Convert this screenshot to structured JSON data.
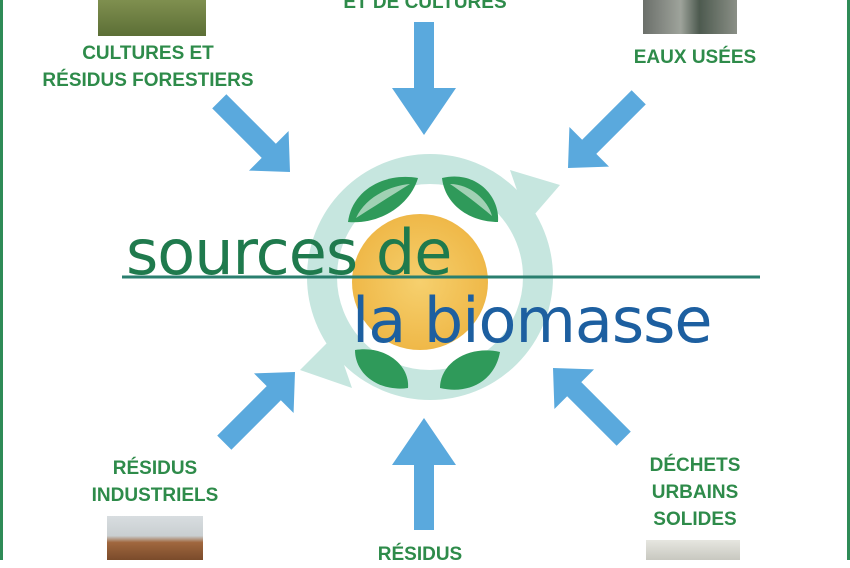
{
  "title": {
    "line1": "sources de",
    "line2": "la biomasse"
  },
  "sources": {
    "top_left": [
      "CULTURES ET",
      "RÉSIDUS FORESTIERS"
    ],
    "top_center": [
      "ET DE CULTURES"
    ],
    "top_right": [
      "EAUX USÉES"
    ],
    "bottom_left": [
      "RÉSIDUS",
      "INDUSTRIELS"
    ],
    "bottom_center": [
      "RÉSIDUS"
    ],
    "bottom_right": [
      "DÉCHETS",
      "URBAINS",
      "SOLIDES"
    ]
  },
  "colors": {
    "label_green": "#2e8b4a",
    "arrow_blue": "#5aa9dd",
    "title_green": "#1f7a4d",
    "title_blue": "#1d5fa0",
    "sun": "#f3c25a",
    "cycle": "#b9e0d9",
    "leaf": "#2f9a5a"
  },
  "icons": [
    "cycle-arrows-icon",
    "leaf-icon",
    "sun-icon"
  ]
}
